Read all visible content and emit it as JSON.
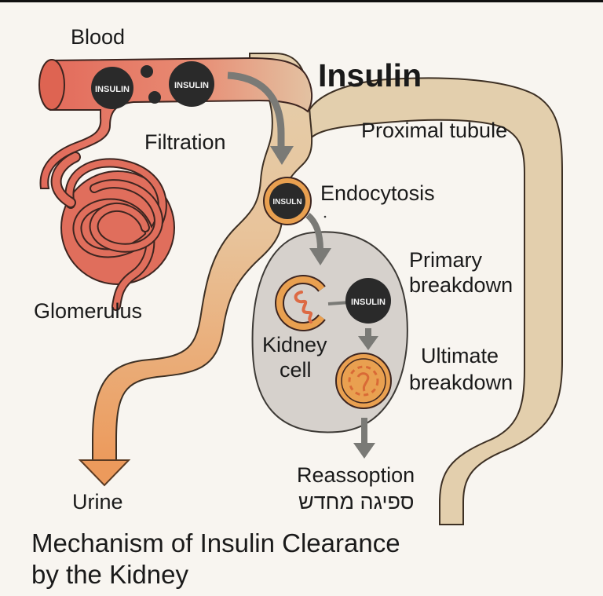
{
  "labels": {
    "blood": "Blood",
    "insulin_heading": "Insulin",
    "filtration": "Filtration",
    "proximal_tubule": "Proximal tubule",
    "endocytosis": "Endocytosis",
    "glomerulus": "Glomerulus",
    "primary_breakdown_line1": "Primary",
    "primary_breakdown_line2": "breakdown",
    "kidney_cell_line1": "Kidney",
    "kidney_cell_line2": "cell",
    "ultimate_breakdown_line1": "Ultimate",
    "ultimate_breakdown_line2": "breakdown",
    "reabsorption": "Reassoption",
    "reabsorption_hebrew": "ספיגה מחדש",
    "urine": "Urine"
  },
  "molecules": {
    "blood_insulin_1": "INSULIN",
    "blood_insulin_2": "INSULIN",
    "endocytosed_insulin": "INSULN",
    "cell_insulin": "INSULIN"
  },
  "title": {
    "line1": "Mechanism of Insulin Clearance",
    "line2": "by the Kidney"
  },
  "colors": {
    "background": "#f8f5f0",
    "blood_vessel": "#e07060",
    "tubule": "#e3cfad",
    "cell": "#d6d1cc",
    "insulin": "#2a2a2a",
    "vesicle": "#e9a050",
    "arrow": "#7a7a76",
    "urine_arrow": "#ea9a5c"
  }
}
